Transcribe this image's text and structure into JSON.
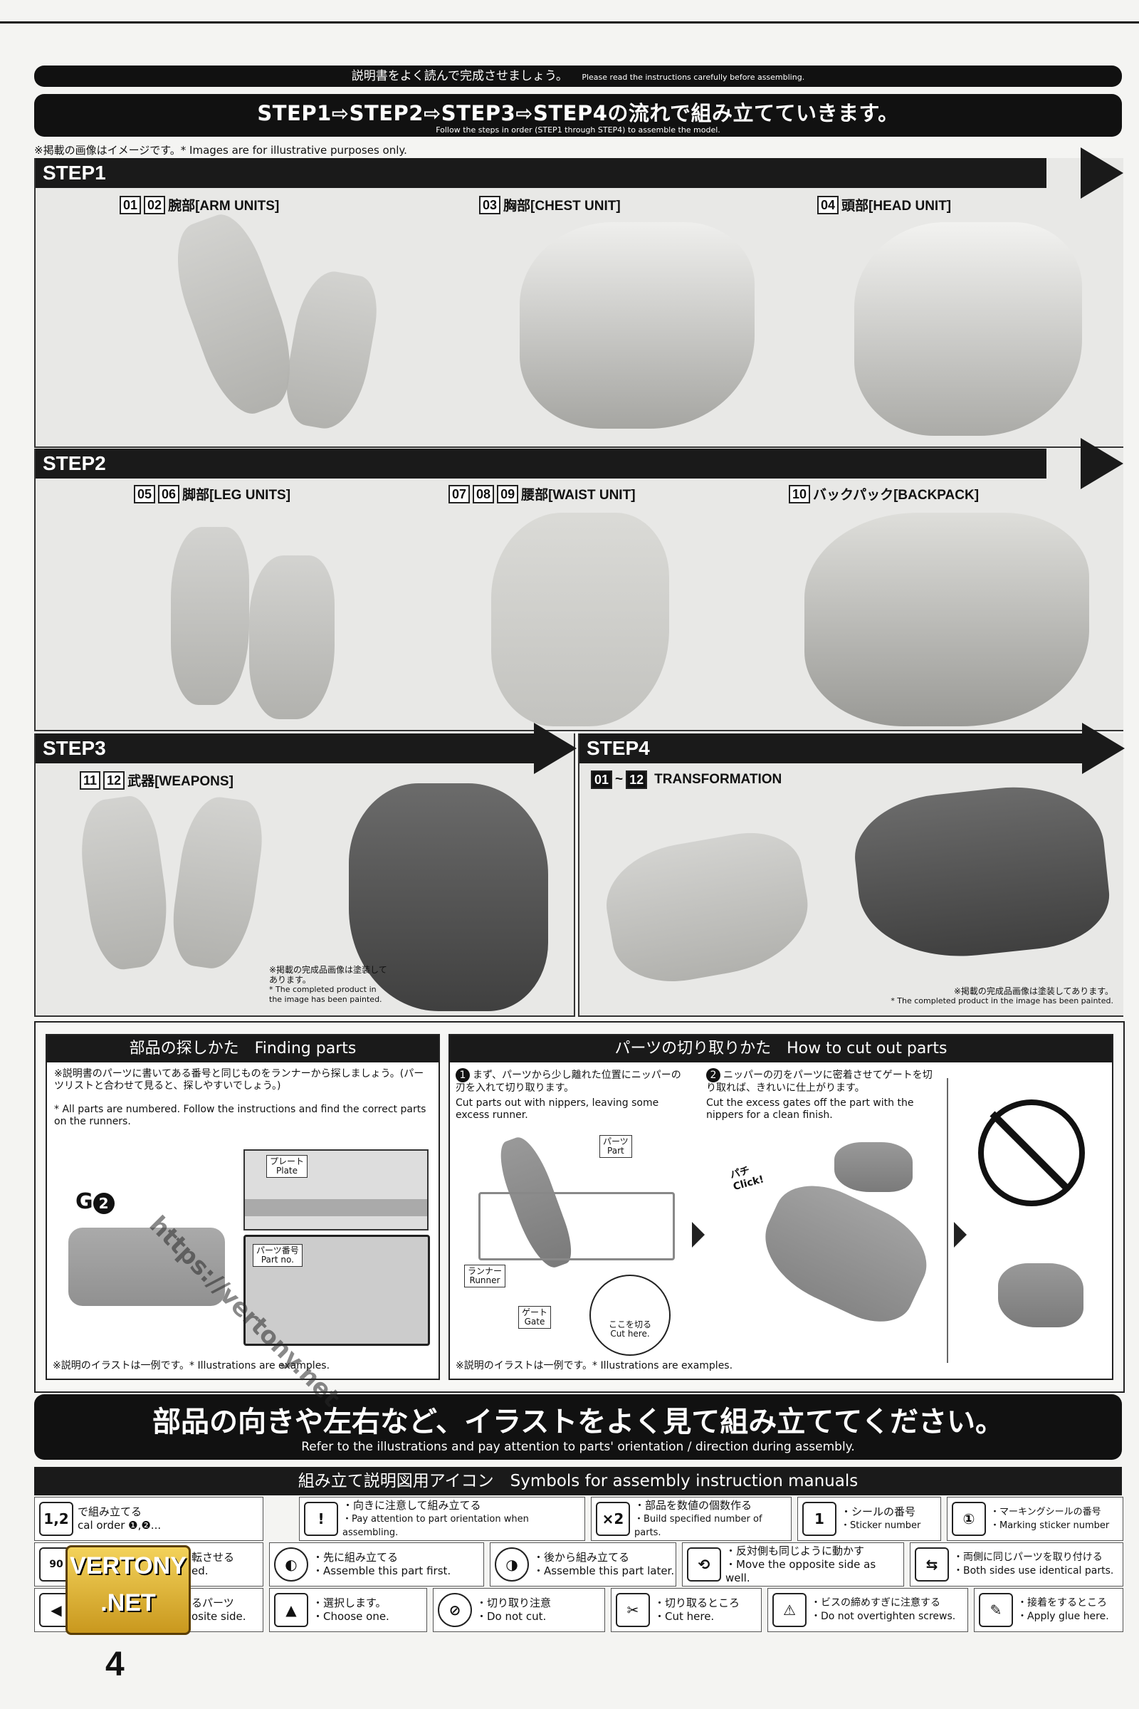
{
  "header": {
    "read_jp": "説明書をよく読んで完成させましょう。",
    "read_en": "Please read the instructions carefully before assembling.",
    "flow_jp": "STEP1⇨STEP2⇨STEP3⇨STEP4の流れで組み立てていきます。",
    "flow_en": "Follow the steps in order (STEP1 through STEP4) to assemble the model.",
    "illustrative_note": "※掲載の画像はイメージです。* Images are for illustrative purposes only."
  },
  "steps": {
    "step1": {
      "label": "STEP1",
      "items": [
        {
          "nums": [
            "01",
            "02"
          ],
          "title": "腕部[ARM UNITS]"
        },
        {
          "nums": [
            "03"
          ],
          "title": "胸部[CHEST UNIT]"
        },
        {
          "nums": [
            "04"
          ],
          "title": "頭部[HEAD UNIT]"
        }
      ]
    },
    "step2": {
      "label": "STEP2",
      "items": [
        {
          "nums": [
            "05",
            "06"
          ],
          "title": "脚部[LEG UNITS]"
        },
        {
          "nums": [
            "07",
            "08",
            "09"
          ],
          "title": "腰部[WAIST UNIT]"
        },
        {
          "nums": [
            "10"
          ],
          "title": "バックパック[BACKPACK]"
        }
      ]
    },
    "step3": {
      "label": "STEP3",
      "items": [
        {
          "nums": [
            "11",
            "12"
          ],
          "title": "武器[WEAPONS]"
        }
      ],
      "painted_jp": "※掲載の完成品画像は塗装してあります。",
      "painted_en": "* The completed product in the image has been painted."
    },
    "step4": {
      "label": "STEP4",
      "range_from": "01",
      "range_sep": "~",
      "range_to": "12",
      "title": "TRANSFORMATION",
      "painted_jp": "※掲載の完成品画像は塗装してあります。",
      "painted_en": "* The completed product in the image has been painted."
    }
  },
  "finding": {
    "title": "部品の探しかた　Finding parts",
    "jp": "※説明書のパーツに書いてある番号と同じものをランナーから探しましょう。(パーツリストと合わせて見ると、探しやすいでしょう。)",
    "en": "* All parts are numbered. Follow the instructions and find the correct parts on the runners.",
    "plate_jp": "プレート",
    "plate_en": "Plate",
    "partno_jp": "パーツ番号",
    "partno_en": "Part no.",
    "g_label": "G",
    "g_num": "2",
    "example_note": "※説明のイラストは一例です。* Illustrations are examples."
  },
  "cutting": {
    "title": "パーツの切り取りかた　How to cut out parts",
    "step1_num": "1",
    "step1_jp": "まず、パーツから少し離れた位置にニッパーの刃を入れて切り取ります。",
    "step1_en": "Cut parts out with nippers, leaving some excess runner.",
    "step2_num": "2",
    "step2_jp": "ニッパーの刃をパーツに密着させてゲートを切り取れば、きれいに仕上がります。",
    "step2_en": "Cut the excess gates off the part with the nippers for a clean finish.",
    "part_jp": "パーツ",
    "part_en": "Part",
    "runner_jp": "ランナー",
    "runner_en": "Runner",
    "gate_jp": "ゲート",
    "gate_en": "Gate",
    "cuthere_jp": "ここを切る",
    "cuthere_en": "Cut here.",
    "click_jp": "パチ",
    "click_en": "Click!",
    "example_note": "※説明のイラストは一例です。* Illustrations are examples."
  },
  "orientation": {
    "jp": "部品の向きや左右など、イラストをよく見て組み立ててください。",
    "en": "Refer to the illustrations and pay attention to parts' orientation / direction during assembly."
  },
  "symbols": {
    "title": "組み立て説明図用アイコン　Symbols for assembly instruction manuals",
    "row1": [
      {
        "icon": "1,2",
        "jp": "で組み立てる",
        "en": "cal order ❶,❷..."
      },
      {
        "icon": "!",
        "jp": "・向きに注意して組み立てる",
        "en": "・Pay attention to part orientation when assembling."
      },
      {
        "icon": "×2",
        "jp": "・部品を数値の個数作る",
        "en": "・Build specified number of parts."
      },
      {
        "icon": "1",
        "jp": "・シールの番号",
        "en": "・Sticker number"
      },
      {
        "icon": "①",
        "jp": "・マーキングシールの番号",
        "en": "・Marking sticker number"
      }
    ],
    "row2": [
      {
        "icon": "90",
        "jp": "転させる",
        "en": "ed."
      },
      {
        "icon": "◐",
        "jp": "・先に組み立てる",
        "en": "・Assemble this part first."
      },
      {
        "icon": "◑",
        "jp": "・後から組み立てる",
        "en": "・Assemble this part later."
      },
      {
        "icon": "⟲",
        "jp": "・反対側も同じように動かす",
        "en": "・Move the opposite side as well."
      },
      {
        "icon": "⇆",
        "jp": "・両側に同じパーツを取り付ける",
        "en": "・Both sides use identical parts."
      }
    ],
    "row3": [
      {
        "icon": "◀",
        "jp": "るパーツ",
        "en": "osite side."
      },
      {
        "icon": "▲",
        "jp": "・選択します。",
        "en": "・Choose one."
      },
      {
        "icon": "⊘",
        "jp": "・切り取り注意",
        "en": "・Do not cut."
      },
      {
        "icon": "✂",
        "jp": "・切り取るところ",
        "en": "・Cut here."
      },
      {
        "icon": "⚠",
        "jp": "・ビスの締めすぎに注意する",
        "en": "・Do not overtighten screws."
      },
      {
        "icon": "✎",
        "jp": "・接着をするところ",
        "en": "・Apply glue here."
      }
    ]
  },
  "page_number": "4",
  "watermark": {
    "logo_line1": "VERTONY",
    "logo_line2": ".NET",
    "url": "https://vertony.net"
  }
}
